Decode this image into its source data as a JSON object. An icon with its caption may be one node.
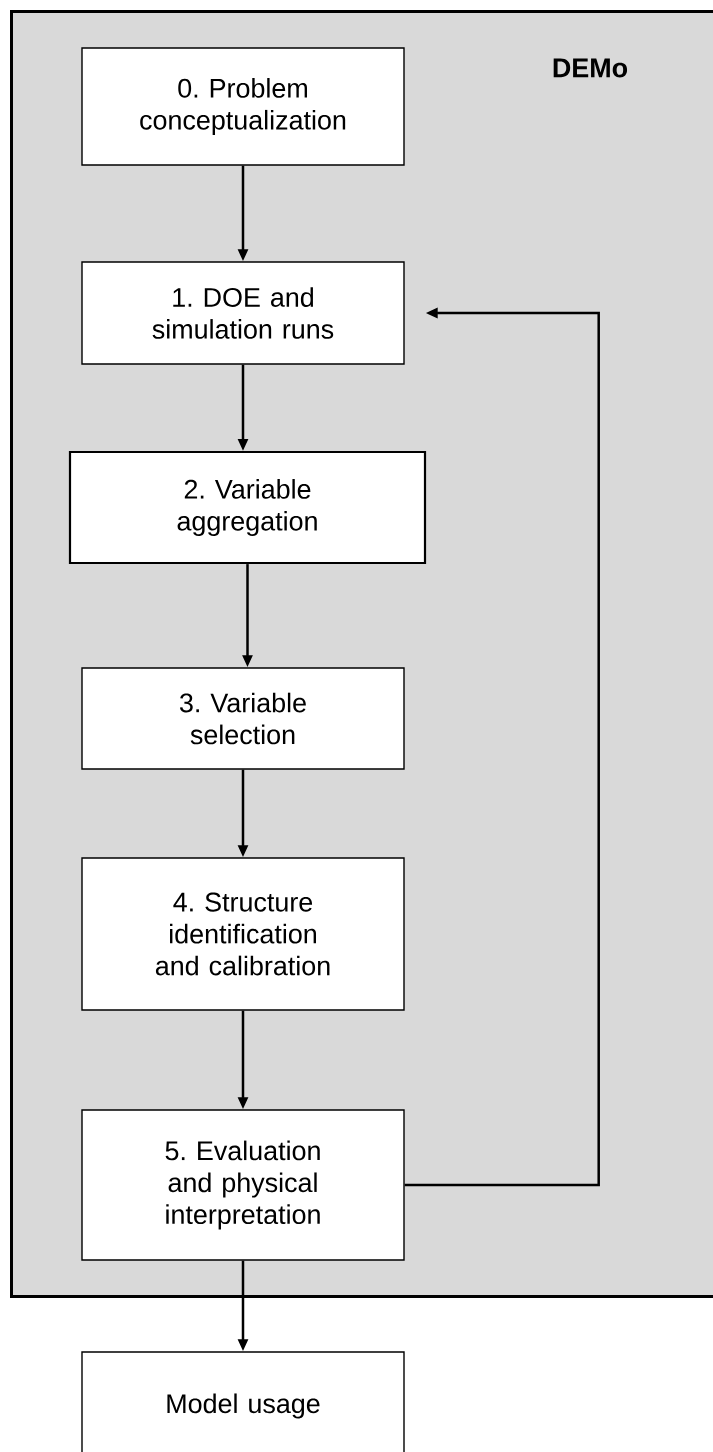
{
  "diagram": {
    "nodes": [
      {
        "text": [
          "DEMo"
        ]
      },
      {
        "text": [
          "0. Problem conceptualization"
        ],
        "in": 0
      },
      {
        "text": [
          "1. DOE and simulation runs"
        ],
        "in": 0
      },
      {
        "text": [
          "2. Variable aggregation"
        ],
        "in": 0
      },
      {
        "text": [
          "3. Variable selection"
        ],
        "in": 0
      },
      {
        "text": [
          "4. Structure identification and calibration"
        ],
        "in": 0
      },
      {
        "text": [
          "5. Evaluation and physical interpretation"
        ],
        "in": 0
      },
      {
        "text": [
          "Model usage"
        ]
      }
    ],
    "edges": [
      {
        "from": 1,
        "to": 2,
        "arrow": "to"
      },
      {
        "from": 2,
        "to": 3,
        "arrow": "to"
      },
      {
        "from": 3,
        "to": 4,
        "arrow": "to"
      },
      {
        "from": 4,
        "to": 5,
        "arrow": "to"
      },
      {
        "from": 5,
        "to": 6,
        "arrow": "to"
      },
      {
        "from": 6,
        "to": 7,
        "arrow": "to"
      },
      {
        "from": 6,
        "to": 2,
        "arrow": "to"
      }
    ]
  }
}
